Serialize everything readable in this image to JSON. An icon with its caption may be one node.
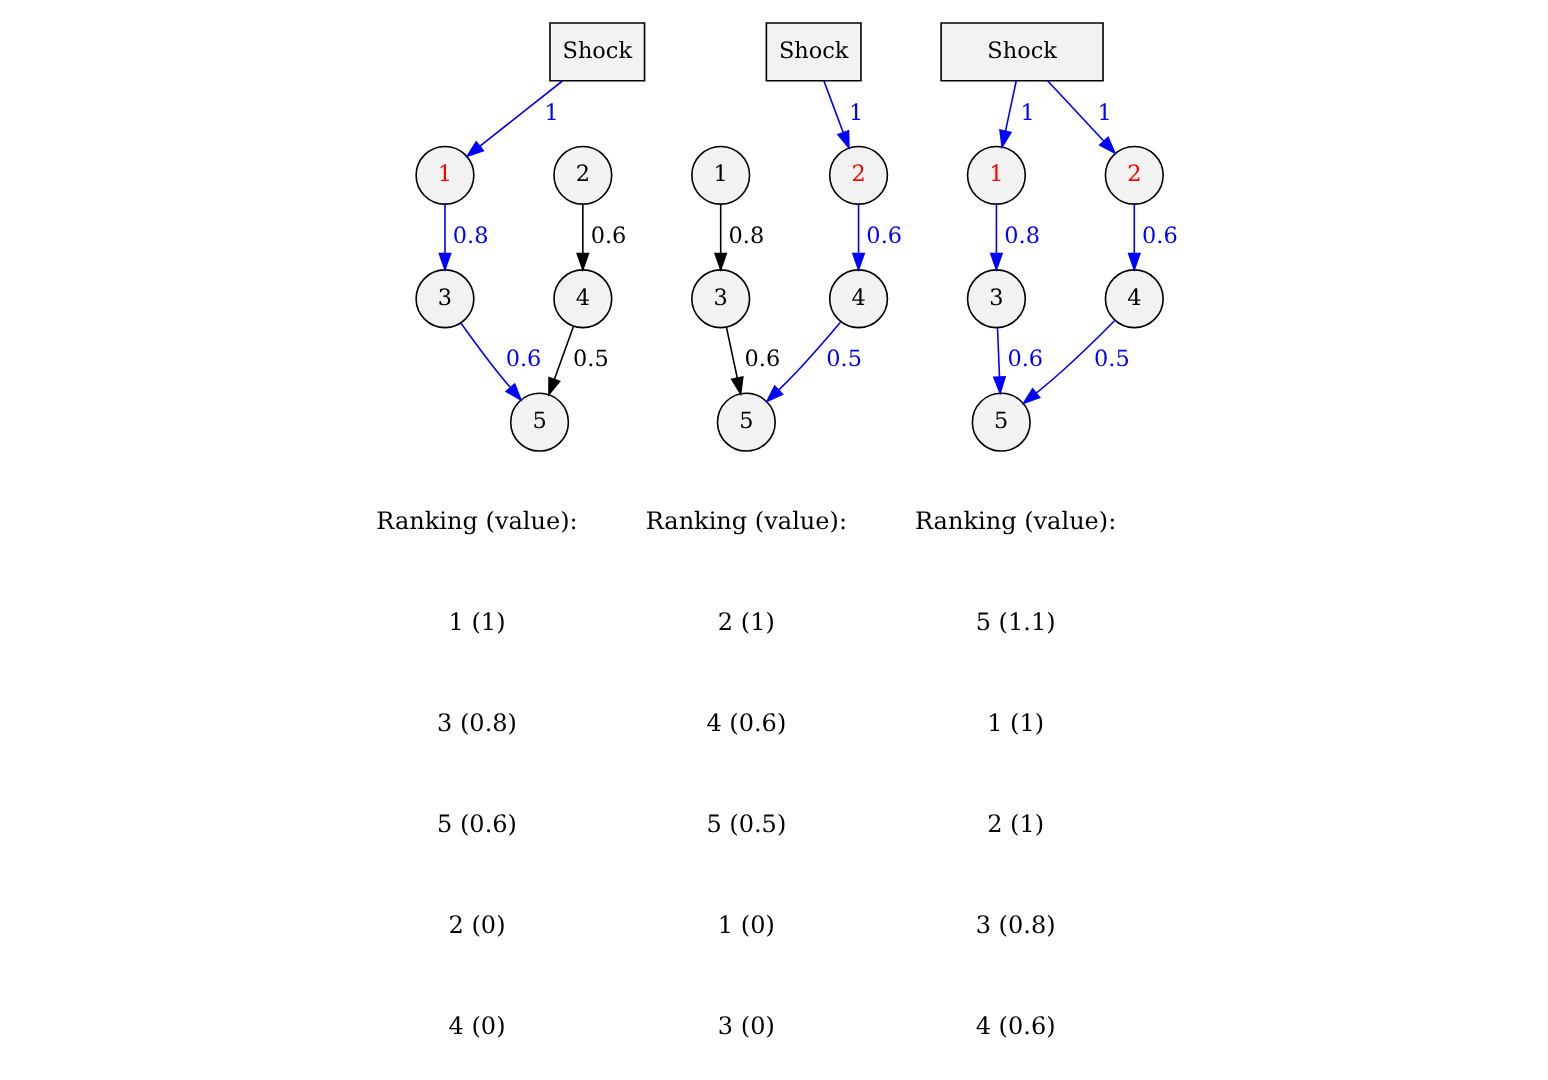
{
  "diagram": {
    "nodes": [
      {
        "text": [
          "Shock"
        ]
      },
      {
        "text": [
          "1"
        ]
      },
      {
        "text": [
          "2"
        ]
      },
      {
        "text": [
          "3"
        ]
      },
      {
        "text": [
          "4"
        ]
      },
      {
        "text": [
          "5"
        ]
      },
      {
        "text": [
          "Shock"
        ]
      },
      {
        "text": [
          "1"
        ]
      },
      {
        "text": [
          "2"
        ]
      },
      {
        "text": [
          "3"
        ]
      },
      {
        "text": [
          "4"
        ]
      },
      {
        "text": [
          "5"
        ]
      },
      {
        "text": [
          "Shock"
        ]
      },
      {
        "text": [
          "1"
        ]
      },
      {
        "text": [
          "2"
        ]
      },
      {
        "text": [
          "3"
        ]
      },
      {
        "text": [
          "4"
        ]
      },
      {
        "text": [
          "5"
        ]
      }
    ],
    "edges": [
      {
        "from": 0,
        "to": 1,
        "arrow": "to",
        "label": "1"
      },
      {
        "from": 1,
        "to": 3,
        "arrow": "to",
        "label": "0.8"
      },
      {
        "from": 2,
        "to": 4,
        "arrow": "to",
        "label": "0.6",
        "color": "#000000"
      },
      {
        "from": 3,
        "to": 5,
        "arrow": "to",
        "label": "0.6"
      },
      {
        "from": 4,
        "to": 5,
        "arrow": "to",
        "label": "0.5",
        "color": "#000000"
      },
      {
        "from": 6,
        "to": 8,
        "arrow": "to",
        "label": "1"
      },
      {
        "from": 7,
        "to": 9,
        "arrow": "to",
        "label": "0.8",
        "color": "#000000"
      },
      {
        "from": 8,
        "to": 10,
        "arrow": "to",
        "label": "0.6"
      },
      {
        "from": 9,
        "to": 11,
        "arrow": "to",
        "label": "0.6",
        "color": "#000000"
      },
      {
        "from": 10,
        "to": 11,
        "arrow": "to",
        "label": "0.5"
      },
      {
        "from": 12,
        "to": 13,
        "arrow": "to",
        "label": "1"
      },
      {
        "from": 12,
        "to": 14,
        "arrow": "to",
        "label": "1"
      },
      {
        "from": 13,
        "to": 15,
        "arrow": "to",
        "label": "0.8"
      },
      {
        "from": 14,
        "to": 16,
        "arrow": "to",
        "label": "0.6"
      },
      {
        "from": 15,
        "to": 17,
        "arrow": "to",
        "label": "0.6"
      },
      {
        "from": 16,
        "to": 17,
        "arrow": "to",
        "label": "0.5"
      }
    ],
    "labels": [
      "Ranking (value):",
      "1 (1)",
      "3 (0.8)",
      "5 (0.6)",
      "2 (0)",
      "4 (0)",
      "Ranking (value):",
      "2 (1)",
      "4 (0.6)",
      "5 (0.5)",
      "1 (0)",
      "3 (0)",
      "Ranking (value):",
      "5 (1.1)",
      "1 (1)",
      "2 (1)",
      "3 (0.8)",
      "4 (0.6)"
    ]
  }
}
